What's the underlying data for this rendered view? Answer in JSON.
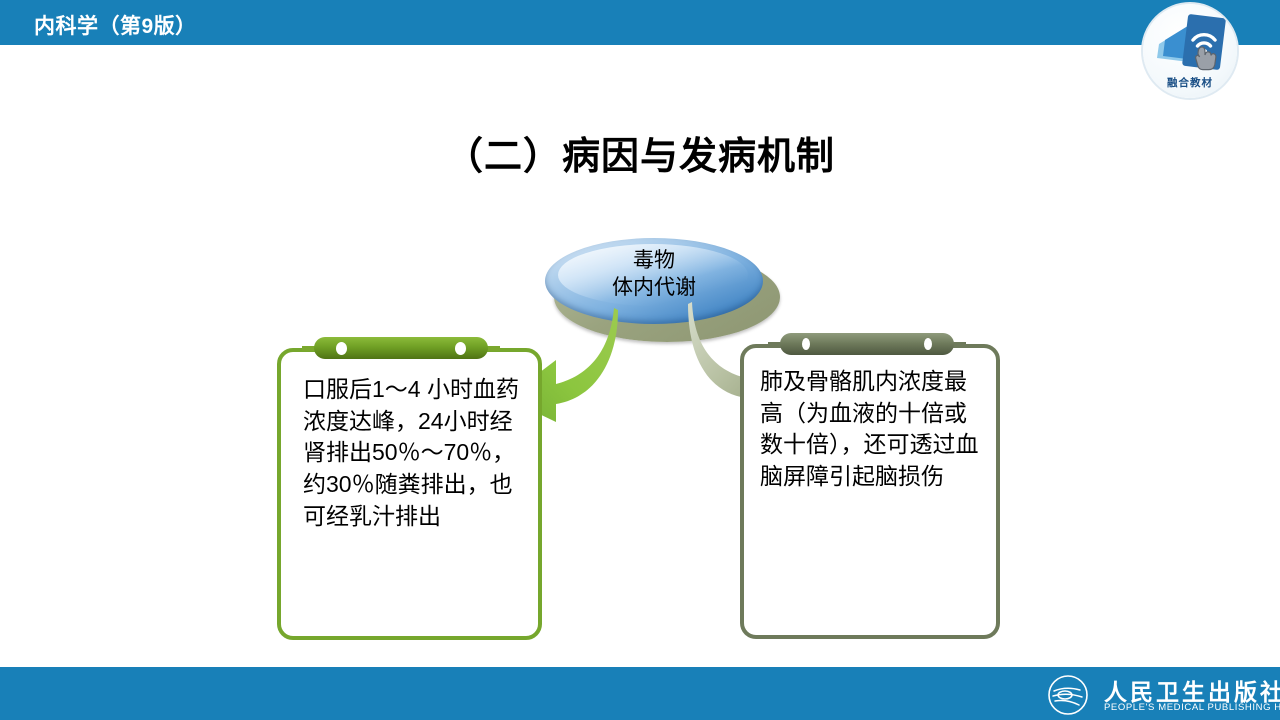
{
  "header": {
    "title": "内科学（第9版）",
    "bar_color": "#1880B8",
    "badge": {
      "icon": "wifi-hand-textbook-icon",
      "label": "融合教材"
    }
  },
  "slide": {
    "title": "（二）病因与发病机制",
    "background": "#ffffff"
  },
  "diagram": {
    "center_node": {
      "name": "toxin-metabolism-node",
      "line1": "毒物",
      "line2": "体内代谢",
      "fill_top": "#4a8bc8",
      "fill_base": "#9aa37f"
    },
    "arrows": [
      {
        "name": "arrow-to-left-card",
        "direction": "left",
        "color": "#8CC63F"
      },
      {
        "name": "arrow-to-right-card",
        "direction": "right",
        "color": "#A9B394"
      }
    ],
    "cards": [
      {
        "name": "left-card",
        "border_color": "#76A72D",
        "clip_color": "#6E9E24",
        "text": "口服后1～4 小时血药浓度达峰，24小时经肾排出50％～70％，约30％随粪排出，也可经乳汁排出"
      },
      {
        "name": "right-card",
        "border_color": "#6E7A5B",
        "clip_color": "#6E7A5B",
        "text": "肺及骨骼肌内浓度最高（为血液的十倍或数十倍），还可透过血脑屏障引起脑损伤"
      }
    ]
  },
  "footer": {
    "bar_color": "#1880B8",
    "logo_icon": "pmph-circle-swoosh-icon",
    "publisher_cn": "人民卫生出版社",
    "publisher_en": "PEOPLE'S MEDICAL PUBLISHING HOUSE"
  }
}
